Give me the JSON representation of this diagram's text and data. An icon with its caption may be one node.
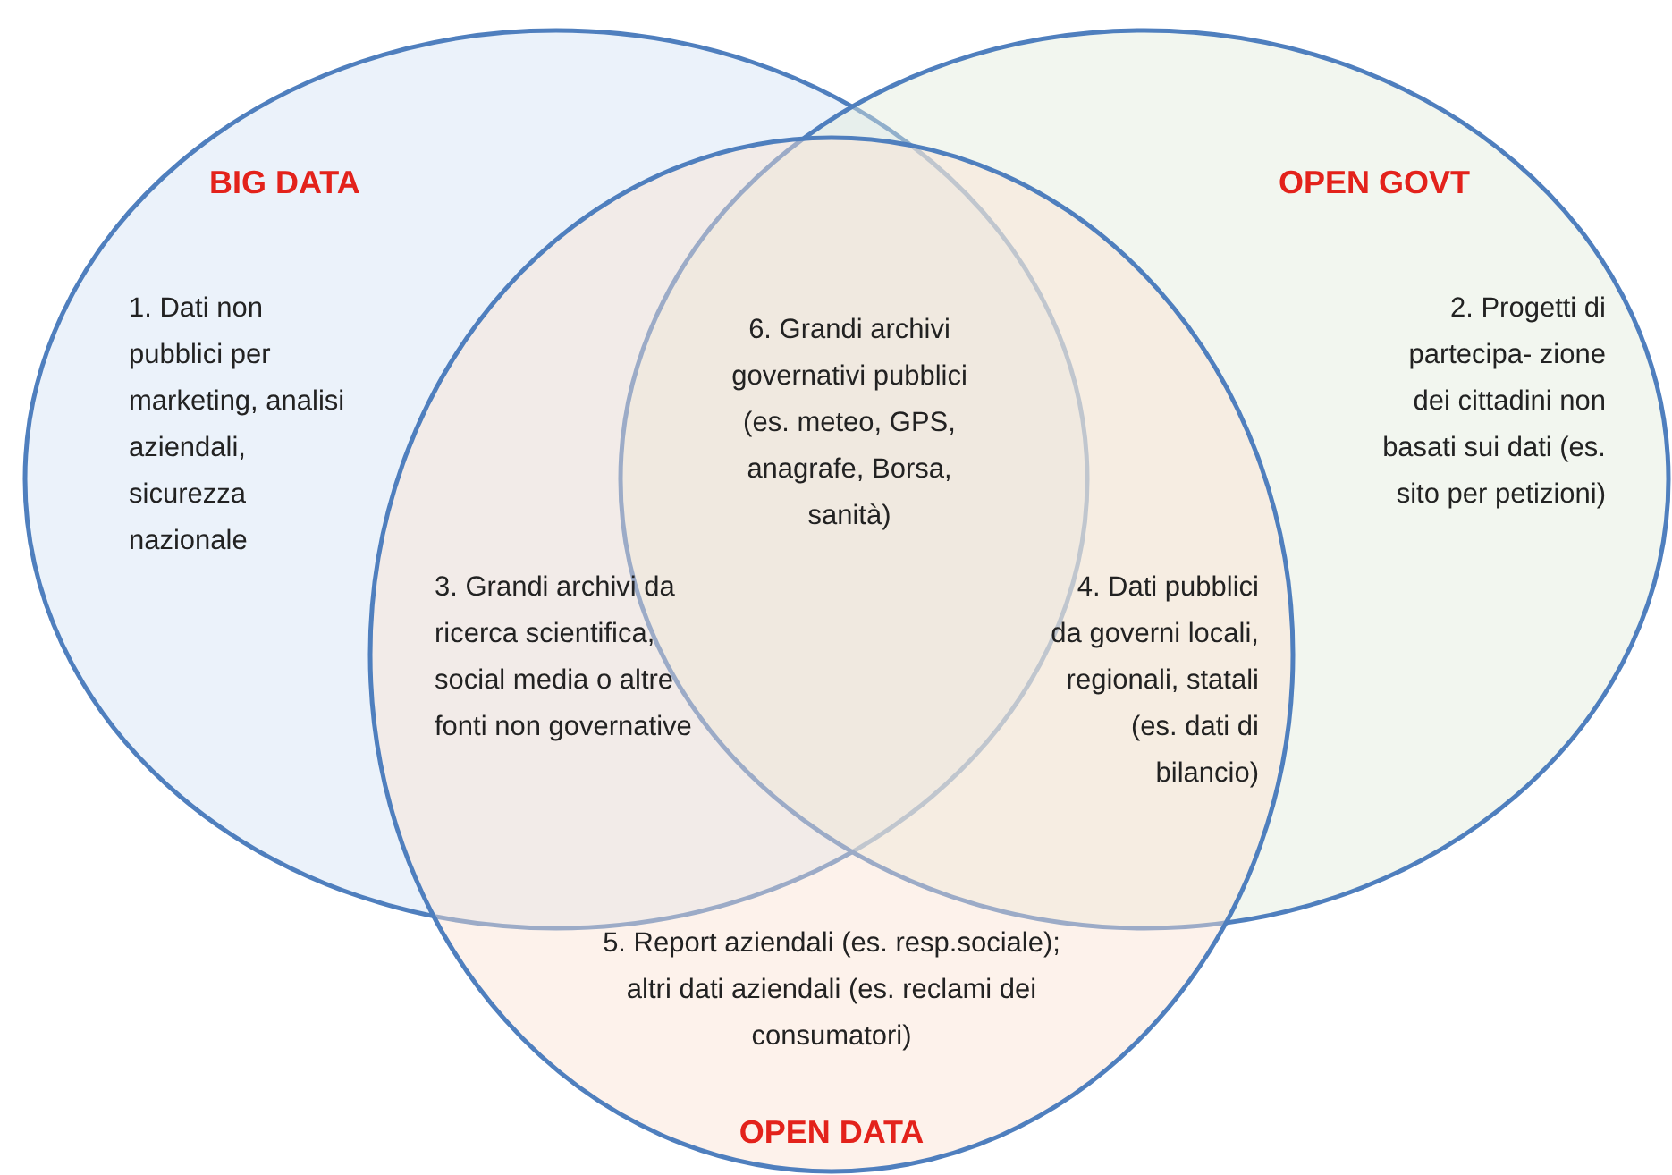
{
  "diagram": {
    "nodes": [
      {
        "text": [
          "BIG DATA",
          "1. Dati non pubblici per marketing, analisi aziendali, sicurezza nazionale"
        ]
      },
      {
        "text": [
          "OPEN GOVT",
          "2. Progetti di partecipa- zione dei cittadini non basati sui dati (es. sito per petizioni)"
        ]
      },
      {
        "text": [
          "5. Report aziendali (es. resp.sociale); altri dati aziendali (es. reclami dei consumatori)",
          "OPEN DATA"
        ]
      }
    ],
    "edges": [],
    "labels": [
      "6. Grandi archivi governativi pubblici (es. meteo, GPS, anagrafe, Borsa, sanità)",
      "3. Grandi archivi da ricerca scientifica, social media o altre fonti non governative",
      "4. Dati pubblici da governi locali, regionali, statali (es. dati di bilancio)"
    ]
  }
}
